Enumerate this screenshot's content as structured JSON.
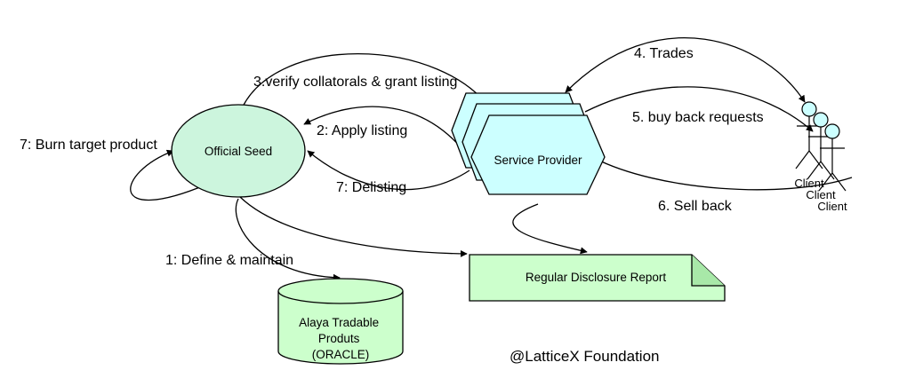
{
  "nodes": {
    "official_seed": "Official Seed",
    "service_provider": "Service Provider",
    "disclosure_report": "Regular Disclosure Report",
    "database": [
      "Alaya Tradable",
      "Produts",
      "(ORACLE)"
    ],
    "clients": [
      "Client",
      "Client",
      "Client"
    ]
  },
  "edges": {
    "verify": "3.verify collatorals & grant listing",
    "apply": "2: Apply listing",
    "delisting": "7: Delisting",
    "burn": "7: Burn target product",
    "define": "1: Define & maintain",
    "trades": "4. Trades",
    "buyback": "5. buy back requests",
    "sellback": "6. Sell back"
  },
  "footer": "@LatticeX Foundation",
  "colors": {
    "seed_fill": "#ccf5dd",
    "provider_fill": "#ccffff",
    "report_fill": "#ccffcc",
    "db_fill": "#ccffcc",
    "client_fill": "#ccffff"
  }
}
